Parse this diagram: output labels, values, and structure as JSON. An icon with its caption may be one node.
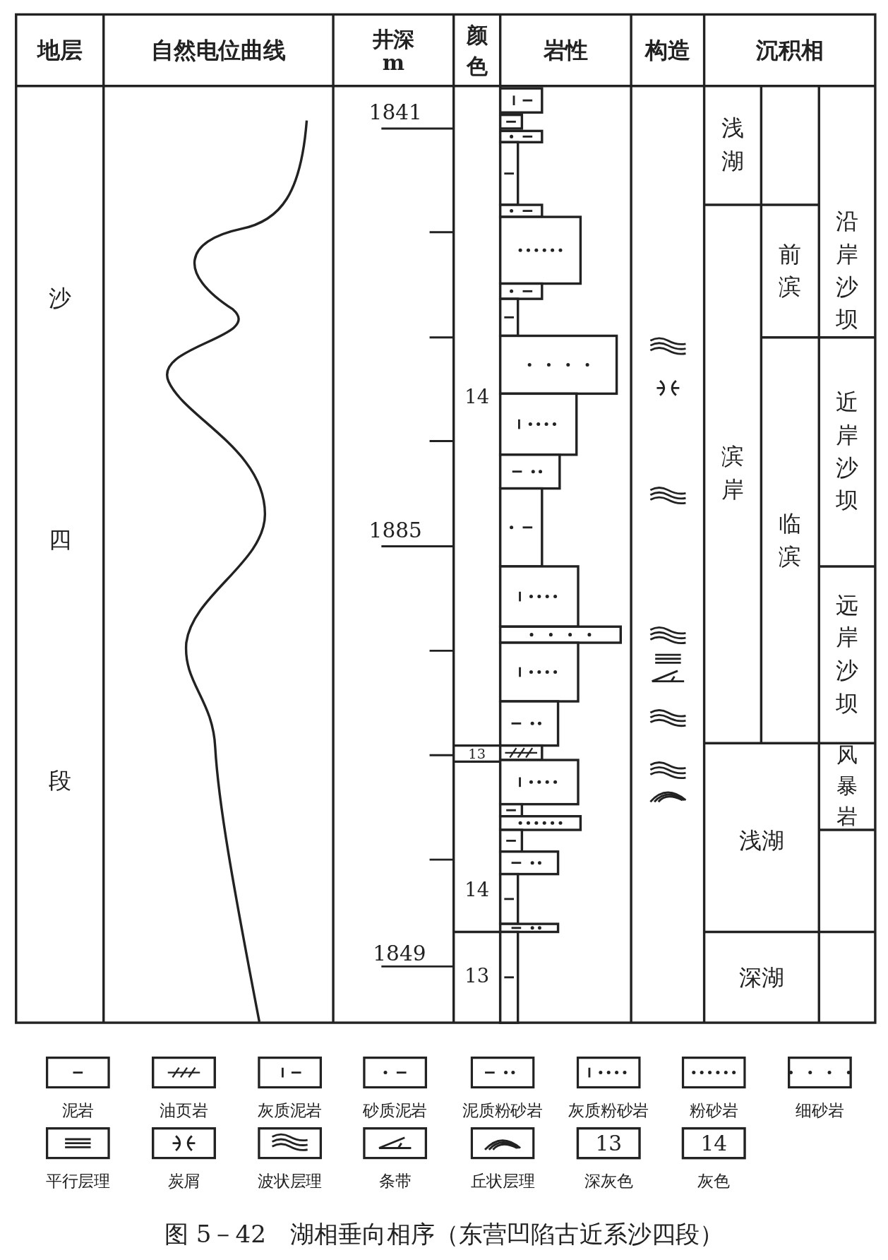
{
  "diagram": {
    "caption": "图 5－42　湖相垂向相序（东营凹陷古近系沙四段）",
    "labels": [
      "地层",
      "自然电位曲线",
      "井深 m",
      "颜色",
      "岩性",
      "构造",
      "沉积相",
      "沙",
      "四",
      "段",
      "1841",
      "1885",
      "1849",
      "14",
      "13",
      "14",
      "13",
      "浅湖",
      "滨岸",
      "前滨",
      "临滨",
      "沿岸沙坝",
      "近岸沙坝",
      "远岸沙坝",
      "风暴岩",
      "浅湖",
      "深湖",
      "13",
      "14"
    ],
    "legend": [
      {
        "text": "泥岩"
      },
      {
        "text": "油页岩"
      },
      {
        "text": "灰质泥岩"
      },
      {
        "text": "砂质泥岩"
      },
      {
        "text": "泥质粉砂岩"
      },
      {
        "text": "灰质粉砂岩"
      },
      {
        "text": "粉砂岩"
      },
      {
        "text": "细砂岩"
      },
      {
        "text": "平行层理"
      },
      {
        "text": "炭屑"
      },
      {
        "text": "波状层理"
      },
      {
        "text": "条带"
      },
      {
        "text": "丘状层理"
      },
      {
        "text": "深灰色"
      },
      {
        "text": "灰色"
      }
    ]
  }
}
